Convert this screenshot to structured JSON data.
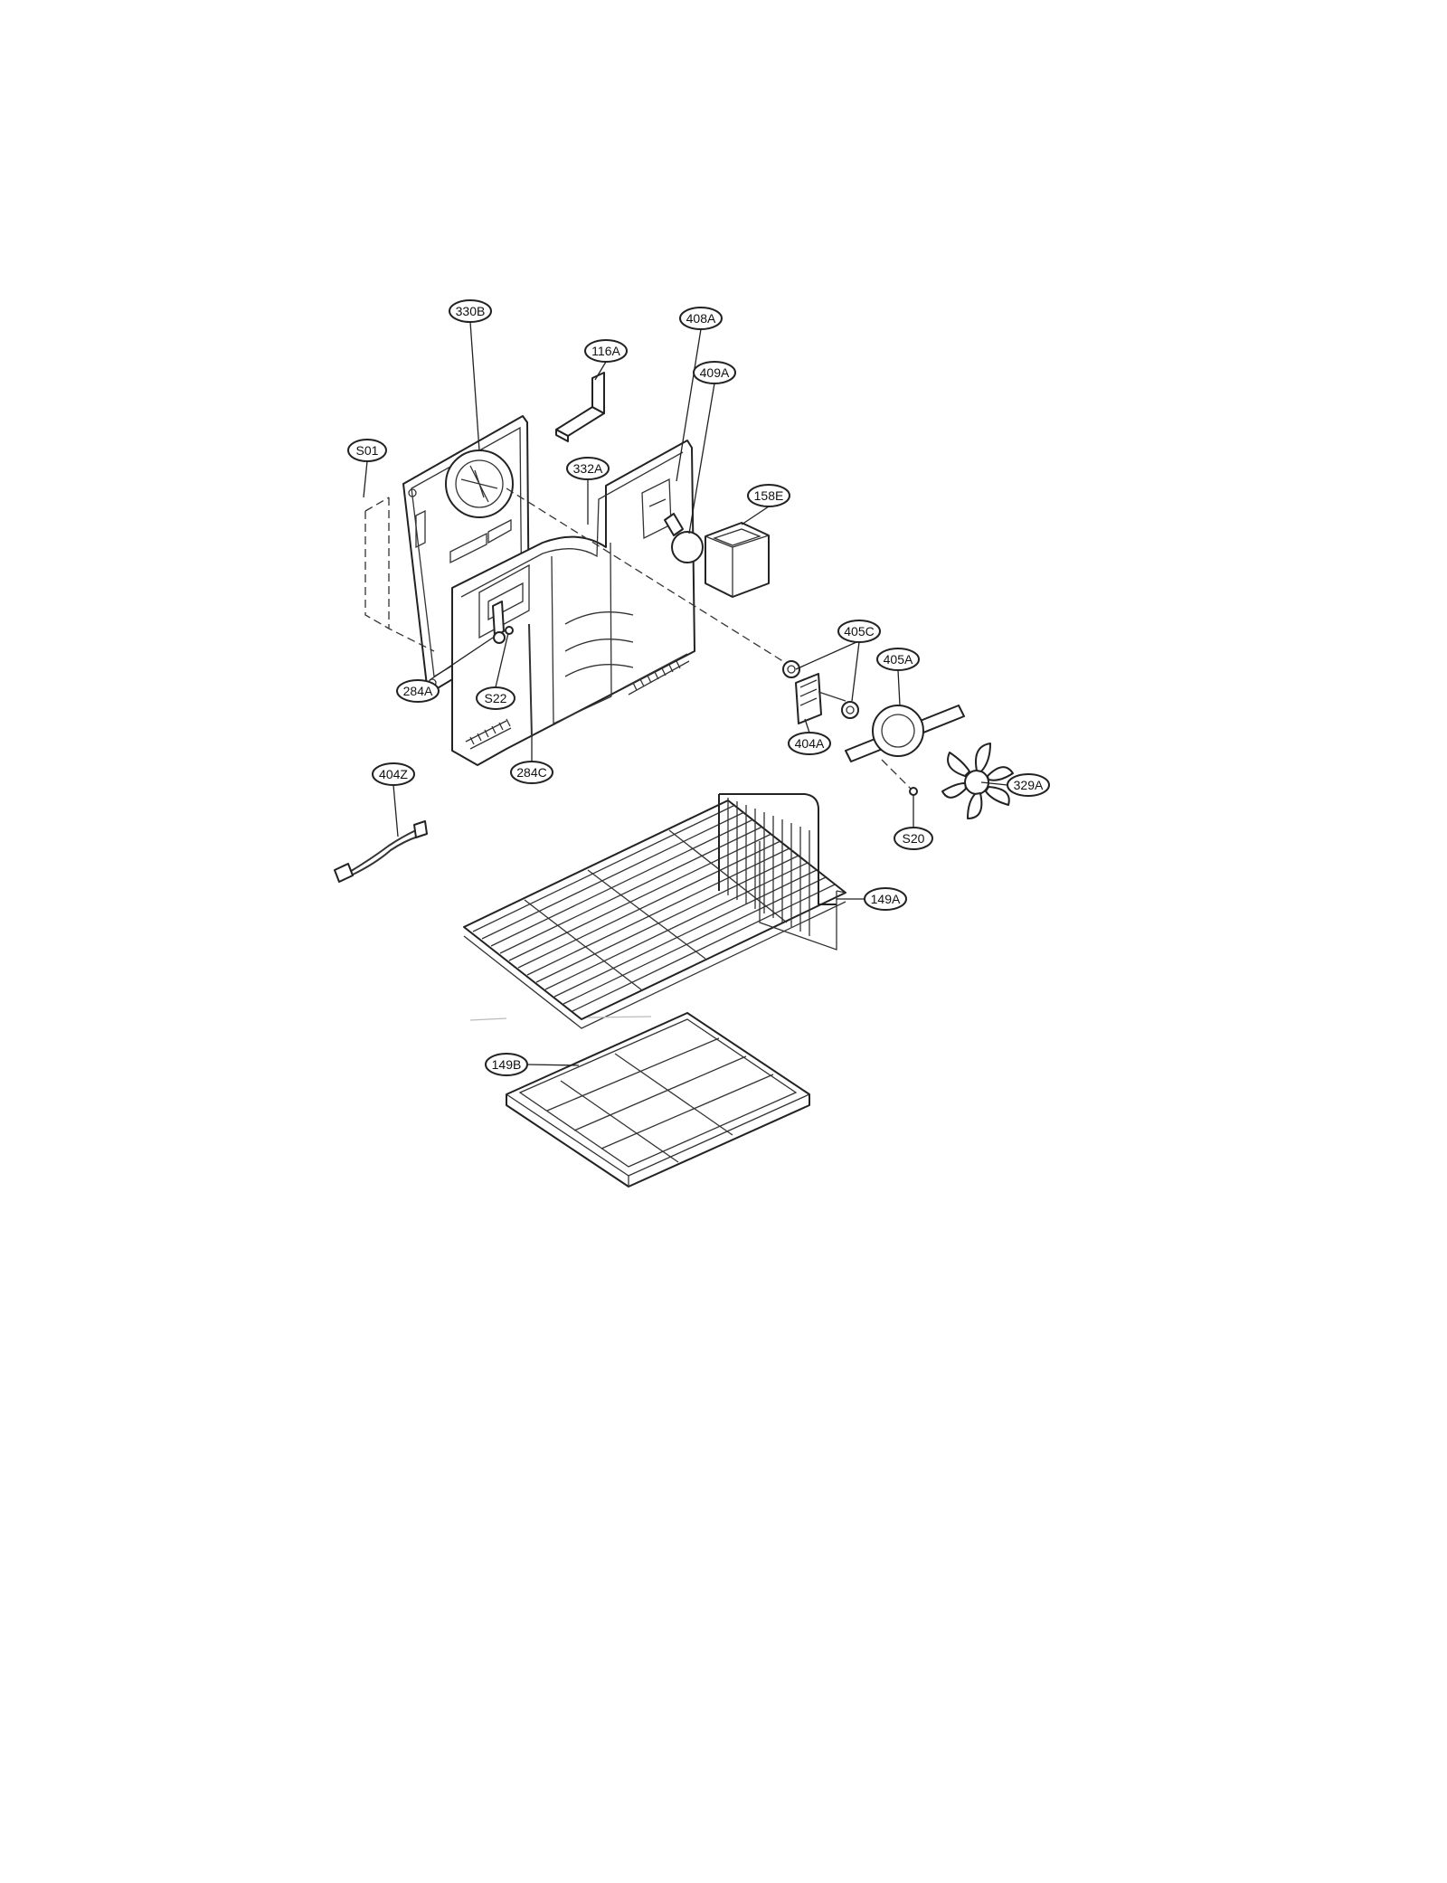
{
  "labels": {
    "l116A": "116A",
    "l330B": "330B",
    "l408A": "408A",
    "lS01": "S01",
    "l332A": "332A",
    "l409A": "409A",
    "l158E": "158E",
    "l405C": "405C",
    "l405A": "405A",
    "l284A": "284A",
    "lS22": "S22",
    "l404A": "404A",
    "l404Z": "404Z",
    "l284C": "284C",
    "l329A": "329A",
    "lS20": "S20",
    "l149A": "149A",
    "l149B": "149B"
  }
}
